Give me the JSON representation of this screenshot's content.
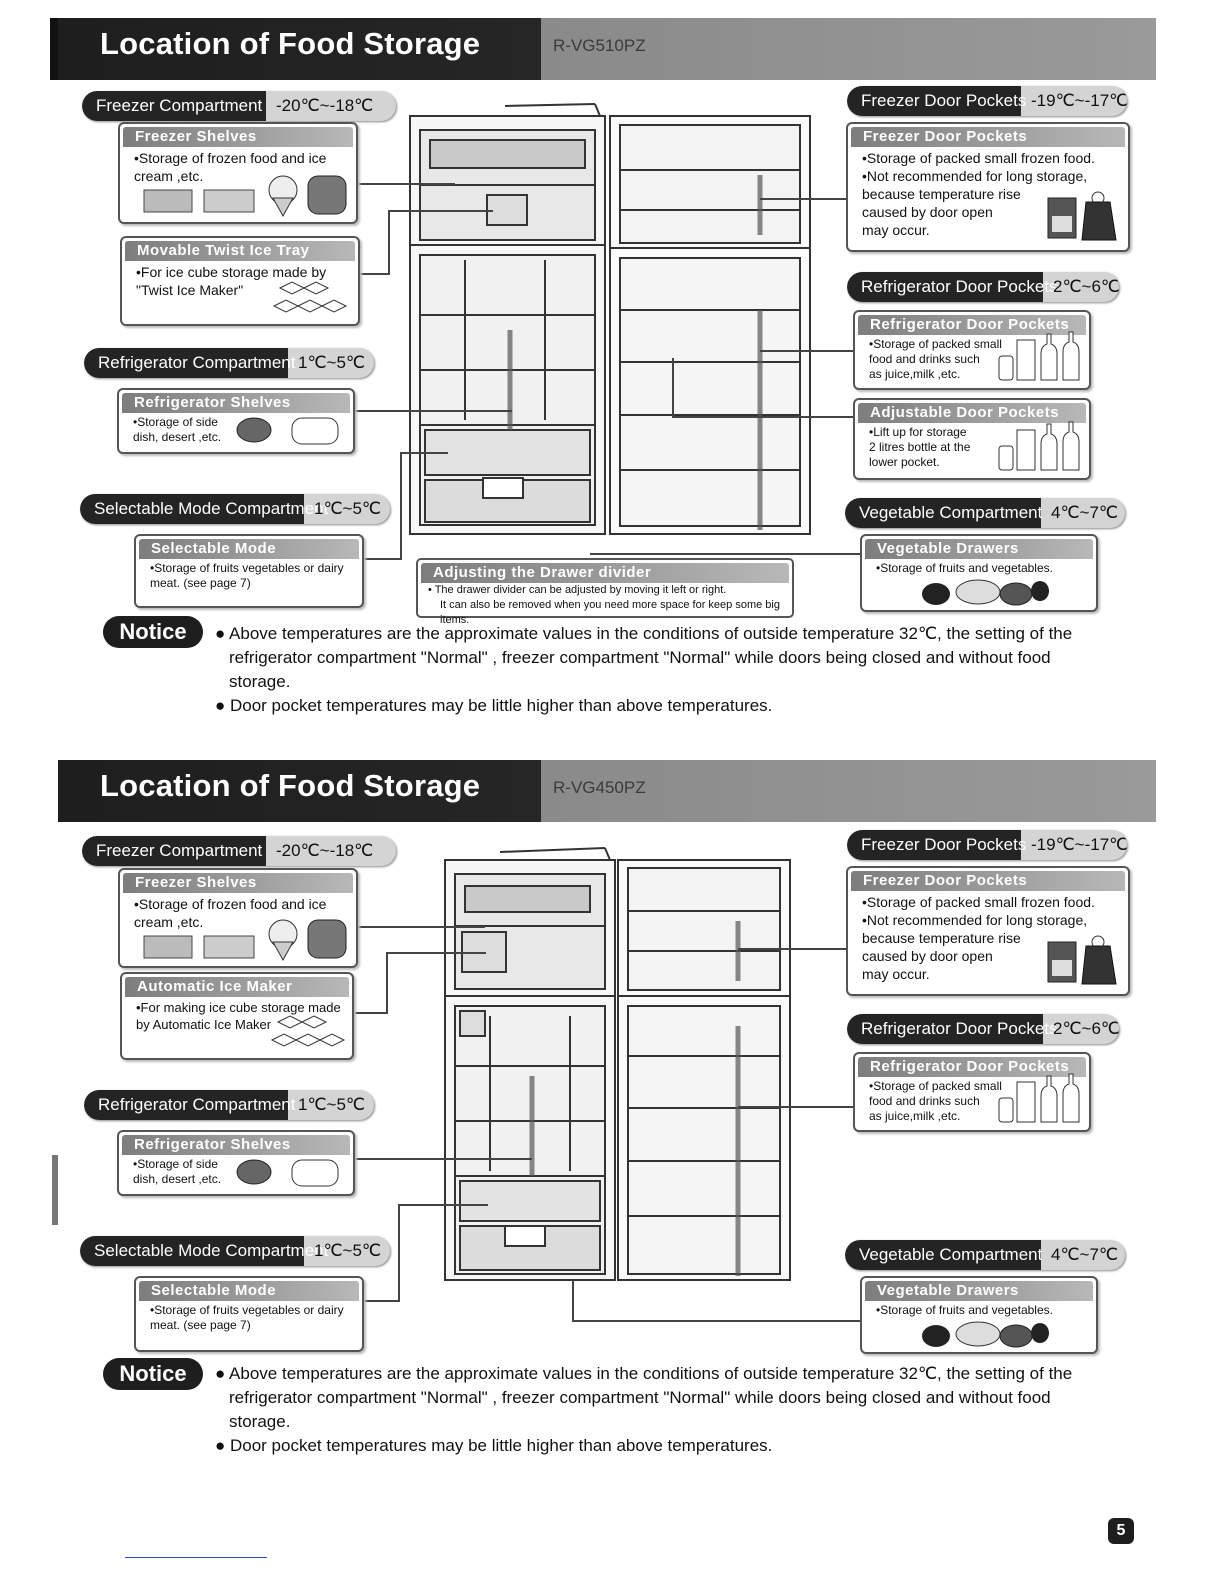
{
  "sections": [
    {
      "title": "Location of Food Storage",
      "model": "R-VG510PZ",
      "freezer_compartment": {
        "label": "Freezer Compartment",
        "temp": "-20℃~-18℃"
      },
      "freezer_shelves": {
        "title": "Freezer Shelves",
        "text": "•Storage of frozen food and ice\n  cream ,etc."
      },
      "ice_tray": {
        "title": "Movable Twist Ice Tray",
        "text": "•For ice cube storage made by\n  \"Twist Ice Maker\""
      },
      "refrigerator_compartment": {
        "label": "Refrigerator Compartment",
        "temp": "1℃~5℃"
      },
      "refrigerator_shelves": {
        "title": "Refrigerator Shelves",
        "text": "•Storage of side\n  dish, desert ,etc."
      },
      "selectable_compartment": {
        "label": "Selectable Mode Compartment",
        "temp": "1℃~5℃"
      },
      "selectable_box": {
        "title": "Selectable Mode Compartment",
        "text": "•Storage of fruits vegetables or dairy\n  meat. (see page 7)"
      },
      "adjusting": {
        "title": "Adjusting the Drawer divider",
        "line1": "• The drawer divider can be adjusted by moving it left or right.",
        "line2": "It can also be removed when you need more space for keep some big items."
      },
      "freezer_door_pockets": {
        "label": "Freezer Door Pockets",
        "temp": "-19℃~-17℃"
      },
      "freezer_door_box": {
        "title": "Freezer Door Pockets",
        "text": "•Storage of packed small frozen food.\n•Not recommended for long storage,\n  because temperature rise\n  caused by door open\n  may occur."
      },
      "refrigerator_door_pockets": {
        "label": "Refrigerator Door Pockets",
        "temp": "2℃~6℃"
      },
      "refrigerator_door_box": {
        "title": "Refrigerator Door Pockets",
        "text": "•Storage of packed small\n  food and drinks such\n  as juice,milk ,etc."
      },
      "adjustable_door_box": {
        "title": "Adjustable Door Pockets",
        "text": "•Lift up for storage\n2 litres bottle at the\nlower pocket."
      },
      "vegetable_compartment": {
        "label": "Vegetable Compartment",
        "temp": "4℃~7℃"
      },
      "vegetable_box": {
        "title": "Vegetable Drawers",
        "text": "•Storage of fruits and vegetables."
      },
      "notice": {
        "badge": "Notice",
        "line1": "● Above temperatures are the approximate values in the conditions of outside temperature 32℃, the setting of the refrigerator compartment \"Normal\" , freezer compartment \"Normal\" while doors being closed and without food storage.",
        "line2": "● Door pocket temperatures may be little higher than above temperatures."
      }
    },
    {
      "title": "Location of Food Storage",
      "model": "R-VG450PZ",
      "freezer_compartment": {
        "label": "Freezer Compartment",
        "temp": "-20℃~-18℃"
      },
      "freezer_shelves": {
        "title": "Freezer Shelves",
        "text": "•Storage of frozen food and ice\n  cream ,etc."
      },
      "ice_maker": {
        "title": "Automatic Ice Maker",
        "text": "•For making ice cube storage made\n  by Automatic Ice Maker"
      },
      "refrigerator_compartment": {
        "label": "Refrigerator Compartment",
        "temp": "1℃~5℃"
      },
      "refrigerator_shelves": {
        "title": "Refrigerator Shelves",
        "text": "•Storage of side\n  dish, desert ,etc."
      },
      "selectable_compartment": {
        "label": "Selectable Mode Compartment",
        "temp": "1℃~5℃"
      },
      "selectable_box": {
        "title": "Selectable Mode Compartment",
        "text": "•Storage of fruits vegetables or dairy\n  meat. (see page 7)"
      },
      "freezer_door_pockets": {
        "label": "Freezer Door Pockets",
        "temp": "-19℃~-17℃"
      },
      "freezer_door_box": {
        "title": "Freezer Door Pockets",
        "text": "•Storage of packed small frozen food.\n•Not recommended for long storage,\n  because temperature rise\n  caused by door open\n  may occur."
      },
      "refrigerator_door_pockets": {
        "label": "Refrigerator Door Pockets",
        "temp": "2℃~6℃"
      },
      "refrigerator_door_box": {
        "title": "Refrigerator Door Pockets",
        "text": "•Storage of packed small\n  food and drinks such\n  as juice,milk ,etc."
      },
      "vegetable_compartment": {
        "label": "Vegetable Compartment",
        "temp": "4℃~7℃"
      },
      "vegetable_box": {
        "title": "Vegetable Drawers",
        "text": "•Storage of fruits and vegetables."
      },
      "notice": {
        "badge": "Notice",
        "line1": "● Above temperatures are the approximate values in the conditions of outside temperature 32℃, the setting of the refrigerator compartment \"Normal\" , freezer compartment \"Normal\" while doors being closed and without food storage.",
        "line2": "● Door pocket temperatures may be little higher than above temperatures."
      }
    }
  ],
  "page_number": "5",
  "icons": [
    "frozen-food-icon",
    "ice-cream-icon",
    "ice-cube-icon",
    "bowl-icon",
    "container-icon",
    "bottle-icon",
    "frozen-bag-icon",
    "vegetables-icon"
  ]
}
